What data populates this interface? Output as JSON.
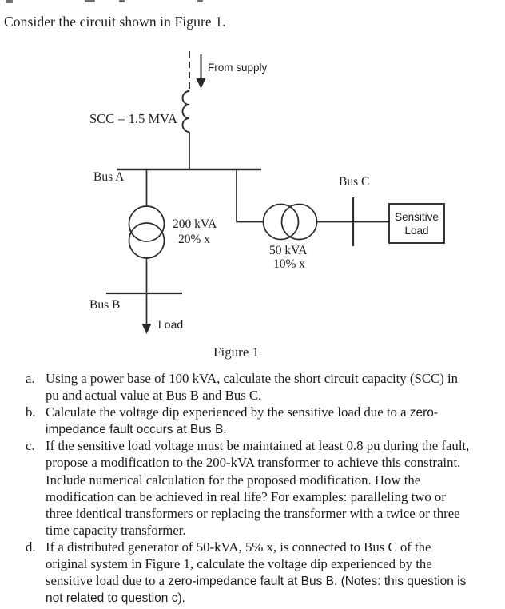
{
  "page": {
    "intro": "Consider the circuit shown in Figure 1.",
    "figure_caption": "Figure 1"
  },
  "diagram": {
    "from_supply_label": "From supply",
    "scc_label": "SCC = 1.5 MVA",
    "bus_a_label": "Bus A",
    "bus_b_label": "Bus B",
    "bus_c_label": "Bus C",
    "transformer1_rating": "200 kVA",
    "transformer1_impedance": "20% x",
    "transformer2_rating": "50 kVA",
    "transformer2_impedance": "10% x",
    "sensitive_load_line1": "Sensitive",
    "sensitive_load_line2": "Load",
    "load_label": "Load"
  },
  "questions": [
    {
      "label": "a.",
      "lines": [
        {
          "serif": "Using a power base of 100 kVA, calculate the short circuit capacity (SCC) in",
          "sans": ""
        },
        {
          "serif": "pu and actual value at Bus B and Bus C.",
          "sans": ""
        }
      ]
    },
    {
      "label": "b.",
      "lines": [
        {
          "serif": "Calculate the voltage dip experienced by the sensitive load due to a ",
          "sans": "zero-"
        },
        {
          "serif": "",
          "sans": "impedance fault occurs at Bus B."
        }
      ]
    },
    {
      "label": "c.",
      "lines": [
        {
          "serif": "If the sensitive load voltage must be maintained at least 0.8 pu during the fault,",
          "sans": ""
        },
        {
          "serif": "propose a modification to the 200-kVA transformer to achieve this constraint.",
          "sans": ""
        },
        {
          "serif": "Include numerical calculation for the proposed modification. How the",
          "sans": ""
        },
        {
          "serif": "modification can be achieved in real life? For examples: paralleling two or",
          "sans": ""
        },
        {
          "serif": "three identical transformers or replacing the transformer with a twice or three",
          "sans": ""
        },
        {
          "serif": "time capacity transformer.",
          "sans": ""
        }
      ]
    },
    {
      "label": "d.",
      "lines": [
        {
          "serif": "If a distributed generator of 50-kVA, 5% x, is connected to Bus C of the",
          "sans": ""
        },
        {
          "serif": "original system in Figure 1, calculate the voltage dip experienced by the",
          "sans": ""
        },
        {
          "serif": "sensitive load due to a ",
          "sans": "zero-impedance fault at Bus B. (Notes: this question is"
        },
        {
          "serif": "",
          "sans": "not related to question c)."
        }
      ]
    }
  ],
  "colors": {
    "ink": "#1c1c1c",
    "line": "#2b2b2b",
    "background": "#ffffff"
  }
}
